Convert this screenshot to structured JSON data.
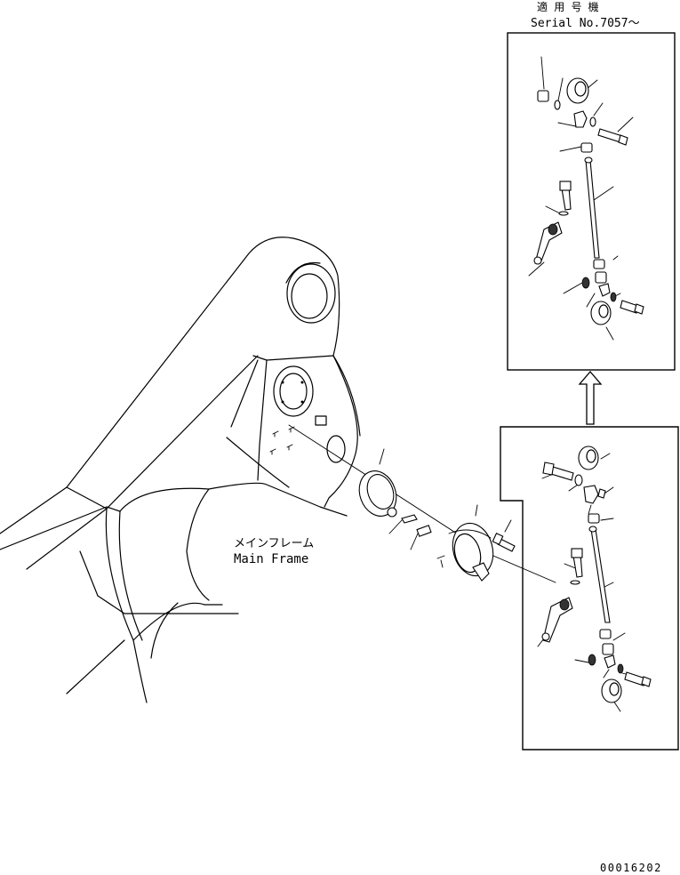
{
  "labels": {
    "applicable_jp": "適 用 号 機",
    "serial": "Serial No.7057～",
    "main_frame_jp": "メインフレーム",
    "main_frame_en": "Main Frame",
    "drawing_number": "00016202"
  }
}
